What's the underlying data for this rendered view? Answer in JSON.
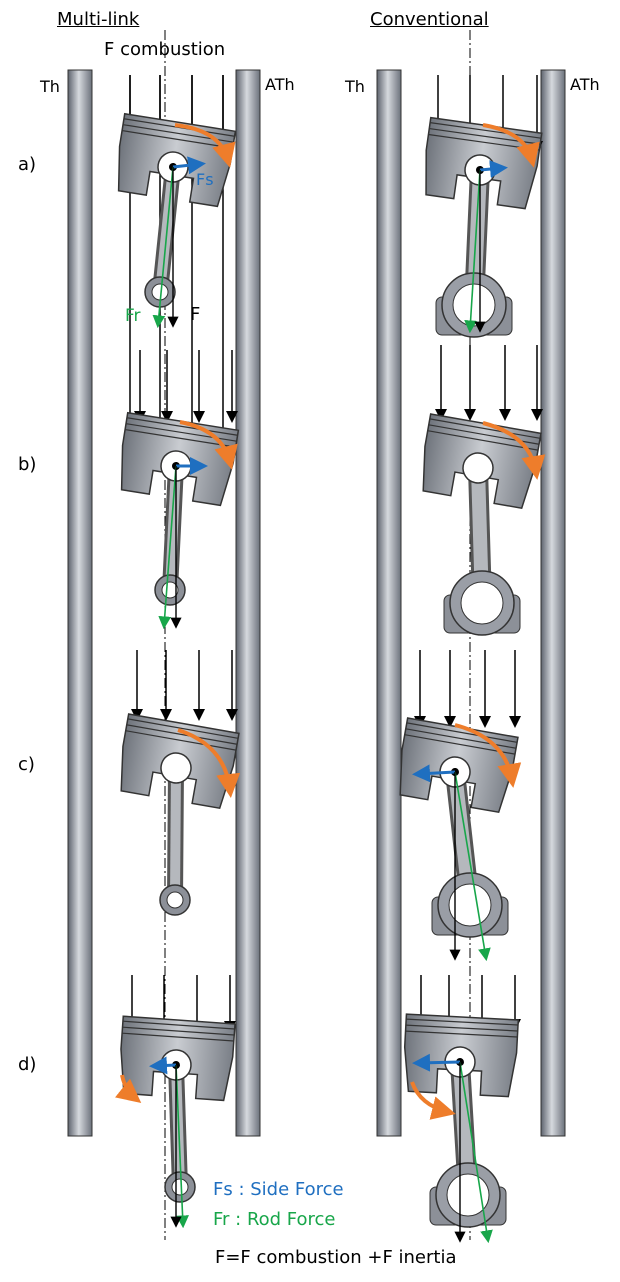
{
  "headers": {
    "multilink": "Multi-link",
    "conventional": "Conventional"
  },
  "f_combustion": "F combustion",
  "walls": {
    "thrust": "Th",
    "anti_thrust": "ATh"
  },
  "rows": [
    "a)",
    "b)",
    "c)",
    "d)"
  ],
  "force_labels": {
    "fs": "Fs",
    "fr": "Fr",
    "f": "F"
  },
  "legend": {
    "fs": "Fs : Side Force",
    "fr": "Fr : Rod Force",
    "f": "F=F combustion +F inertia"
  },
  "colors": {
    "side_force": "#1f6fc0",
    "rod_force": "#18a64a",
    "rotation": "#ee7d2b",
    "wall": "#8a8f99"
  }
}
